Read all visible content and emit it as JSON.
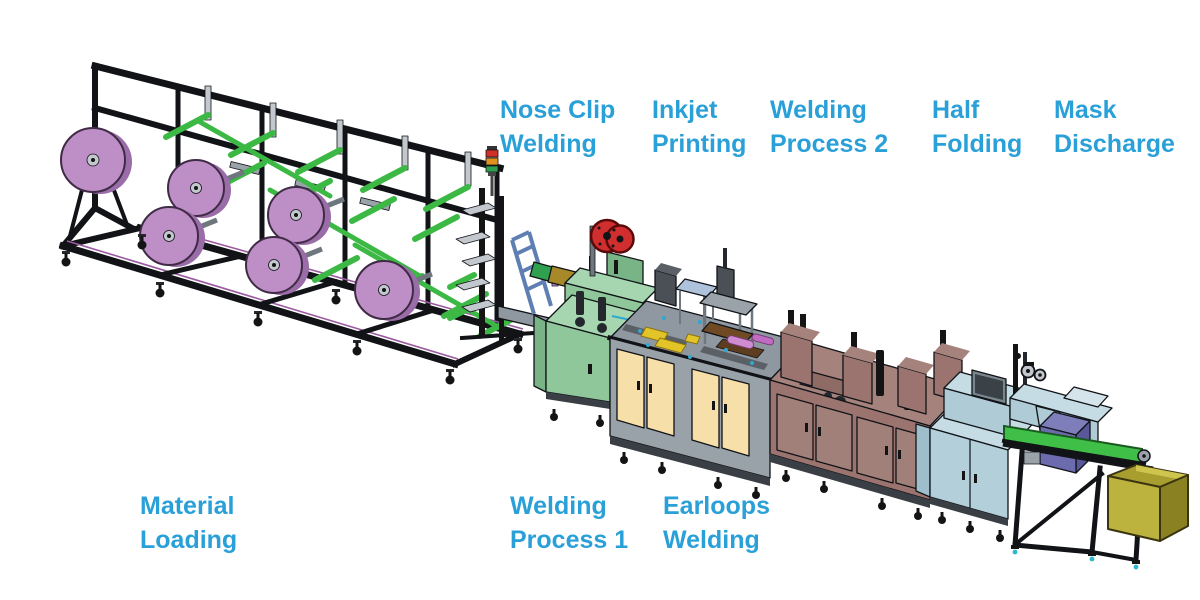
{
  "stations": [
    {
      "id": "material-loading",
      "line1": "Material",
      "line2": "Loading"
    },
    {
      "id": "nose-clip-welding",
      "line1": "Nose Clip",
      "line2": "Welding"
    },
    {
      "id": "welding-process-1",
      "line1": "Welding",
      "line2": "Process 1"
    },
    {
      "id": "inkjet-printing",
      "line1": "Inkjet",
      "line2": "Printing"
    },
    {
      "id": "earloops-welding",
      "line1": "Earloops",
      "line2": "Welding"
    },
    {
      "id": "welding-process-2",
      "line1": "Welding",
      "line2": "Process 2"
    },
    {
      "id": "half-folding",
      "line1": "Half",
      "line2": "Folding"
    },
    {
      "id": "mask-discharge",
      "line1": "Mask",
      "line2": "Discharge"
    }
  ],
  "colors": {
    "label": "#2AA0D8",
    "ink": "#111317",
    "steel": "#9AA2AA",
    "steel_dark": "#6E767E",
    "steel_light": "#C2C8CE",
    "roll": "#BE8EC6",
    "roll_rim": "#9A6CA8",
    "roll_stroke": "#402B46",
    "strap": "#3CB844",
    "purple_line": "#9B59A0",
    "green_a": "#8FC79B",
    "green_b": "#A6D6B0",
    "green_c": "#79B486",
    "wheat": "#F6DFA9",
    "cab_gray": "#99A1A9",
    "table_gray": "#8F98A1",
    "brown_a": "#9B7470",
    "brown_b": "#A5827C",
    "brown_door": "#A2807A",
    "blue_a": "#B2CFDA",
    "blue_b": "#C5DCE4",
    "blue_c": "#AECBD6",
    "screen": "#3A4248",
    "screen_lt": "#7A868E",
    "indigo_a": "#6B6BAD",
    "indigo_b": "#7E7EBB",
    "indigo_c": "#58589A",
    "belt": "#3FBF47",
    "belt_dark": "#1A5A20",
    "ybox_front": "#BCB23E",
    "ybox_side": "#8A8122",
    "ybox_in": "#A89E30",
    "ybox_stroke": "#3A3510",
    "red": "#D12F2F",
    "red_dark": "#5A0A0A",
    "cyan": "#2FA8D0",
    "teal_pad": "#2BB8C8",
    "gold": "#A8892A",
    "pink": "#D08CD0",
    "magenta": "#C06CC0",
    "plate_brown": "#6F4A24",
    "part_yellow": "#E2C428",
    "lb_plate": "#AFC2DC",
    "ladder_blue": "#5F7FB2",
    "sig_red": "#D03028",
    "sig_amber": "#E09020",
    "sig_green": "#2FA050",
    "base_dark": "#3A3F45"
  }
}
